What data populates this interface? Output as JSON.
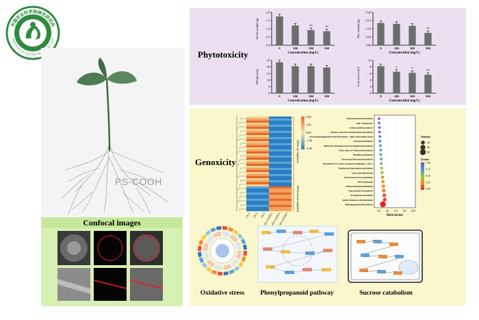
{
  "logo": {
    "top_text": "中国农业科学院棉花研究所",
    "bottom_text": "INSTITUTE OF COTTON RESEARCH CAAS",
    "year": "1957"
  },
  "plant": {
    "label": "PS-COOH"
  },
  "confocal": {
    "title": "Confocal images"
  },
  "phytotoxicity": {
    "title": "Phytotoxicity",
    "xlabel": "Concentration (mg/L)",
    "categories": [
      "0",
      "100",
      "300",
      "500"
    ],
    "charts": [
      {
        "ylabel": "Fresh weight (g)",
        "ticks": [
          "0.0",
          "0.5",
          "1.0",
          "1.5",
          "2.0"
        ],
        "ymax": 2.0,
        "values": [
          1.75,
          1.2,
          0.92,
          0.85
        ],
        "sig": [
          "",
          "",
          "**",
          "**"
        ]
      },
      {
        "ylabel": "Dry weight (g)",
        "ticks": [
          "0.00",
          "0.05",
          "0.10",
          "0.15",
          "0.20"
        ],
        "ymax": 0.2,
        "values": [
          0.135,
          0.13,
          0.118,
          0.075
        ],
        "sig": [
          "",
          "",
          "",
          "**"
        ]
      },
      {
        "ylabel": "Height (cm)",
        "ticks": [
          "0",
          "5",
          "10",
          "15",
          "20",
          "25"
        ],
        "ymax": 25,
        "values": [
          23.5,
          20.5,
          20.5,
          19.5
        ],
        "sig": [
          "",
          "",
          "",
          ""
        ]
      },
      {
        "ylabel": "Leaf area (cm²)",
        "ticks": [
          "0",
          "2",
          "4",
          "6",
          "8",
          "10"
        ],
        "ymax": 10,
        "values": [
          8.2,
          6.5,
          6.2,
          5.6
        ],
        "sig": [
          "",
          "*",
          "*",
          "**"
        ]
      }
    ]
  },
  "genotoxicity": {
    "title": "Genoxicity",
    "heatmap": {
      "legend_ticks": [
        "2.00",
        "1.00",
        "0.00",
        "-1.00",
        "-2.00"
      ],
      "up_label": "DEGs up-regulated",
      "down_label": "DEGs down-regulated",
      "samples": [
        "CK-1",
        "CK-2",
        "CK-3",
        "PS-COOH-1",
        "PS-COOH-2",
        "PS-COOH-3"
      ]
    },
    "bubble": {
      "pathways": [
        "Monoterpenoid biosynthesis",
        "ABC transporters",
        "Isoflavonoid biosynthesis",
        "Alanine, aspartate and glutamate metabolism",
        "Glycosylphosphatidylinositol biosynthesis - globo and isoglobo series",
        "Nitrogen metabolism",
        "Stilbenoid, diarylheptanoid and gingerol biosynthesis",
        "Other types of O-glycan biosynthesis",
        "Histidine metabolism",
        "Flavone and flavonol biosynthesis",
        "Biosynthesis of various secondary metabolites - part 2",
        "Taurine and hypotaurine metabolism",
        "Fatty acid degradation",
        "Starch and sucrose metabolism",
        "DNA replication",
        "Selenocompound metabolism",
        "Glucosinolate biosynthesis",
        "Tryptophan metabolism",
        "alpha-Linolenic acid metabolism",
        "Phenylpropanoid biosynthesis"
      ],
      "rich_factor": [
        2.1,
        2.1,
        2.2,
        2.2,
        2.3,
        2.3,
        2.4,
        2.5,
        2.5,
        2.6,
        2.6,
        2.7,
        2.8,
        2.9,
        3.0,
        3.1,
        3.2,
        3.3,
        3.4,
        3.0
      ],
      "number": [
        5,
        5,
        6,
        6,
        6,
        7,
        7,
        8,
        8,
        9,
        9,
        10,
        11,
        12,
        13,
        14,
        15,
        17,
        18,
        62
      ],
      "qvalue": [
        0.95,
        0.9,
        0.88,
        0.85,
        0.8,
        0.78,
        0.72,
        0.7,
        0.65,
        0.6,
        0.58,
        0.5,
        0.45,
        0.35,
        0.3,
        0.25,
        0.2,
        0.12,
        0.08,
        0.01
      ],
      "xlabel": "Rich factor",
      "xticks": [
        "2.0",
        "4.0",
        "6.0",
        "8.0",
        "10.0"
      ],
      "xmin": 1.0,
      "xmax": 10.5,
      "size_legend_title": "Number",
      "size_legend": [
        "20",
        "40",
        "60"
      ],
      "color_legend_title": "Qvalue",
      "color_legend": [
        "1.00",
        "0.75",
        "0.50",
        "0.25",
        "0.00"
      ]
    },
    "subpanels": {
      "oxidative": "Oxidative stress",
      "phenylpropanoid": "Phenylpropanoid pathway",
      "sucrose": "Sucrose catabolism"
    }
  },
  "colors": {
    "phyto_bg": "#ecdff0",
    "geno_bg": "#fbf7cd",
    "confocal_bg": "#d7f0b4",
    "logo_green": "#2f8a3f",
    "bar_fill": "#6d6d6d"
  }
}
